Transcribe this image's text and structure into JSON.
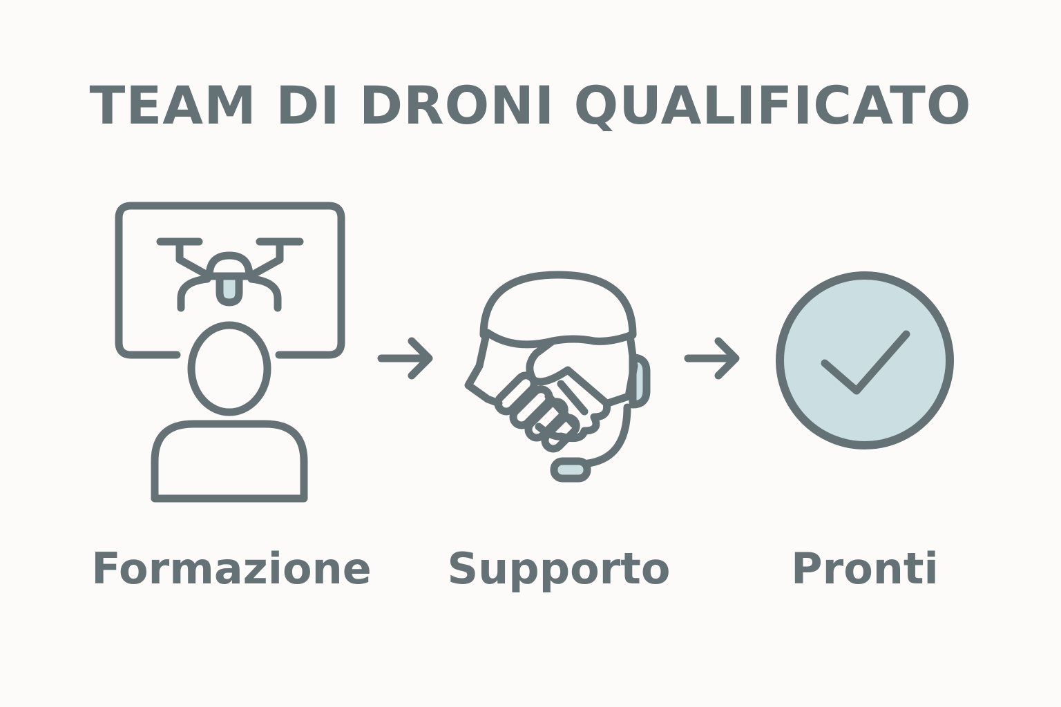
{
  "title": "TEAM DI DRONI QUALIFICATO",
  "colors": {
    "stroke": "#647275",
    "accent_fill": "#cbdee1",
    "background": "#fcfbf9"
  },
  "steps": [
    {
      "label": "Formazione",
      "icon": "drone-training-icon"
    },
    {
      "label": "Supporto",
      "icon": "handshake-headset-icon"
    },
    {
      "label": "Pronti",
      "icon": "check-circle-icon"
    }
  ],
  "connectors": [
    "arrow-right-icon",
    "arrow-right-icon"
  ]
}
